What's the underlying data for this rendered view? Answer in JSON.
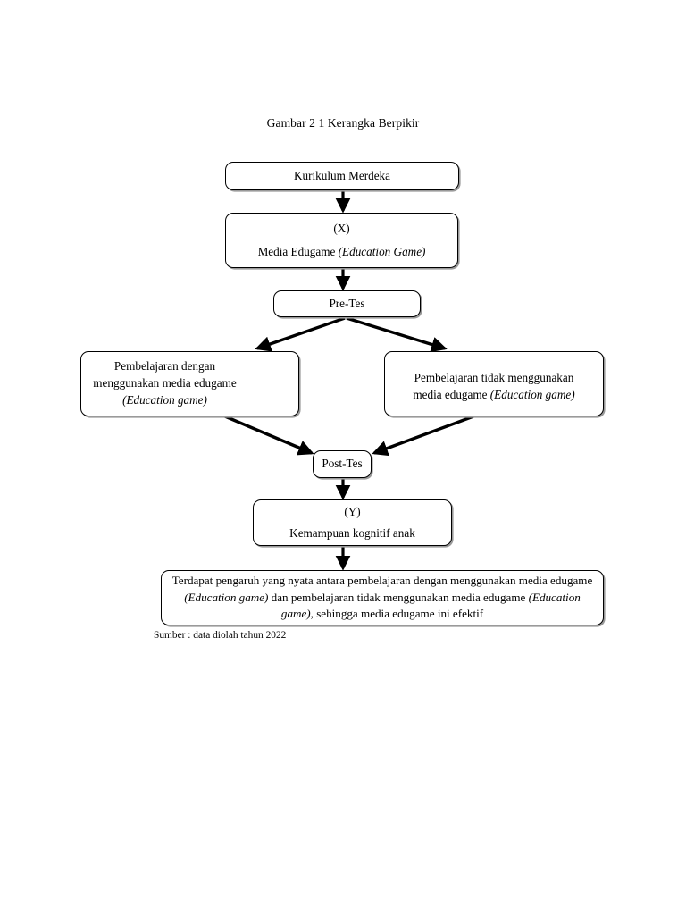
{
  "figure": {
    "title": "Gambar 2 1 Kerangka Berpikir",
    "source": "Sumber : data diolah tahun 2022"
  },
  "nodes": {
    "kurikulum": {
      "line1": "Kurikulum Merdeka"
    },
    "media": {
      "line1": "(X)",
      "line2_plain": "Media Edugame ",
      "line2_italic": "(Education Game)"
    },
    "pretes": {
      "line1": "Pre-Tes"
    },
    "treatment_left": {
      "line1": "Pembelajaran dengan",
      "line2": "menggunakan media edugame",
      "line3_italic": "(Education game)"
    },
    "treatment_right": {
      "line1": "Pembelajaran tidak menggunakan",
      "line2_plain": "media edugame ",
      "line2_italic": "(Education game)"
    },
    "posttes": {
      "line1": "Post-Tes"
    },
    "kognitif": {
      "line1": "(Y)",
      "line2": "Kemampuan kognitif anak"
    },
    "conclusion": {
      "part1": "Terdapat pengaruh yang nyata antara pembelajaran dengan menggunakan media edugame ",
      "part2_italic": "(Education game)",
      "part3": " dan pembelajaran tidak menggunakan media edugame ",
      "part4_italic": "(Education game),",
      "part5": " sehingga media edugame ini efektif"
    }
  },
  "colors": {
    "line": "#000000",
    "shadow": "#9a9a9a",
    "background": "#ffffff"
  },
  "chart_data": {
    "type": "diagram",
    "title": "Gambar 2 1 Kerangka Berpikir",
    "flow": [
      {
        "from": "Kurikulum Merdeka",
        "to": "(X) Media Edugame (Education Game)"
      },
      {
        "from": "(X) Media Edugame (Education Game)",
        "to": "Pre-Tes"
      },
      {
        "from": "Pre-Tes",
        "to": "Pembelajaran dengan menggunakan media edugame (Education game)"
      },
      {
        "from": "Pre-Tes",
        "to": "Pembelajaran tidak menggunakan media edugame (Education game)"
      },
      {
        "from": "Pembelajaran dengan menggunakan media edugame (Education game)",
        "to": "Post-Tes"
      },
      {
        "from": "Pembelajaran tidak menggunakan media edugame (Education game)",
        "to": "Post-Tes"
      },
      {
        "from": "Post-Tes",
        "to": "(Y) Kemampuan kognitif anak"
      },
      {
        "from": "(Y) Kemampuan kognitif anak",
        "to": "Terdapat pengaruh yang nyata antara pembelajaran dengan menggunakan media edugame (Education game) dan pembelajaran tidak menggunakan media edugame (Education game), sehingga media edugame ini efektif"
      }
    ]
  }
}
